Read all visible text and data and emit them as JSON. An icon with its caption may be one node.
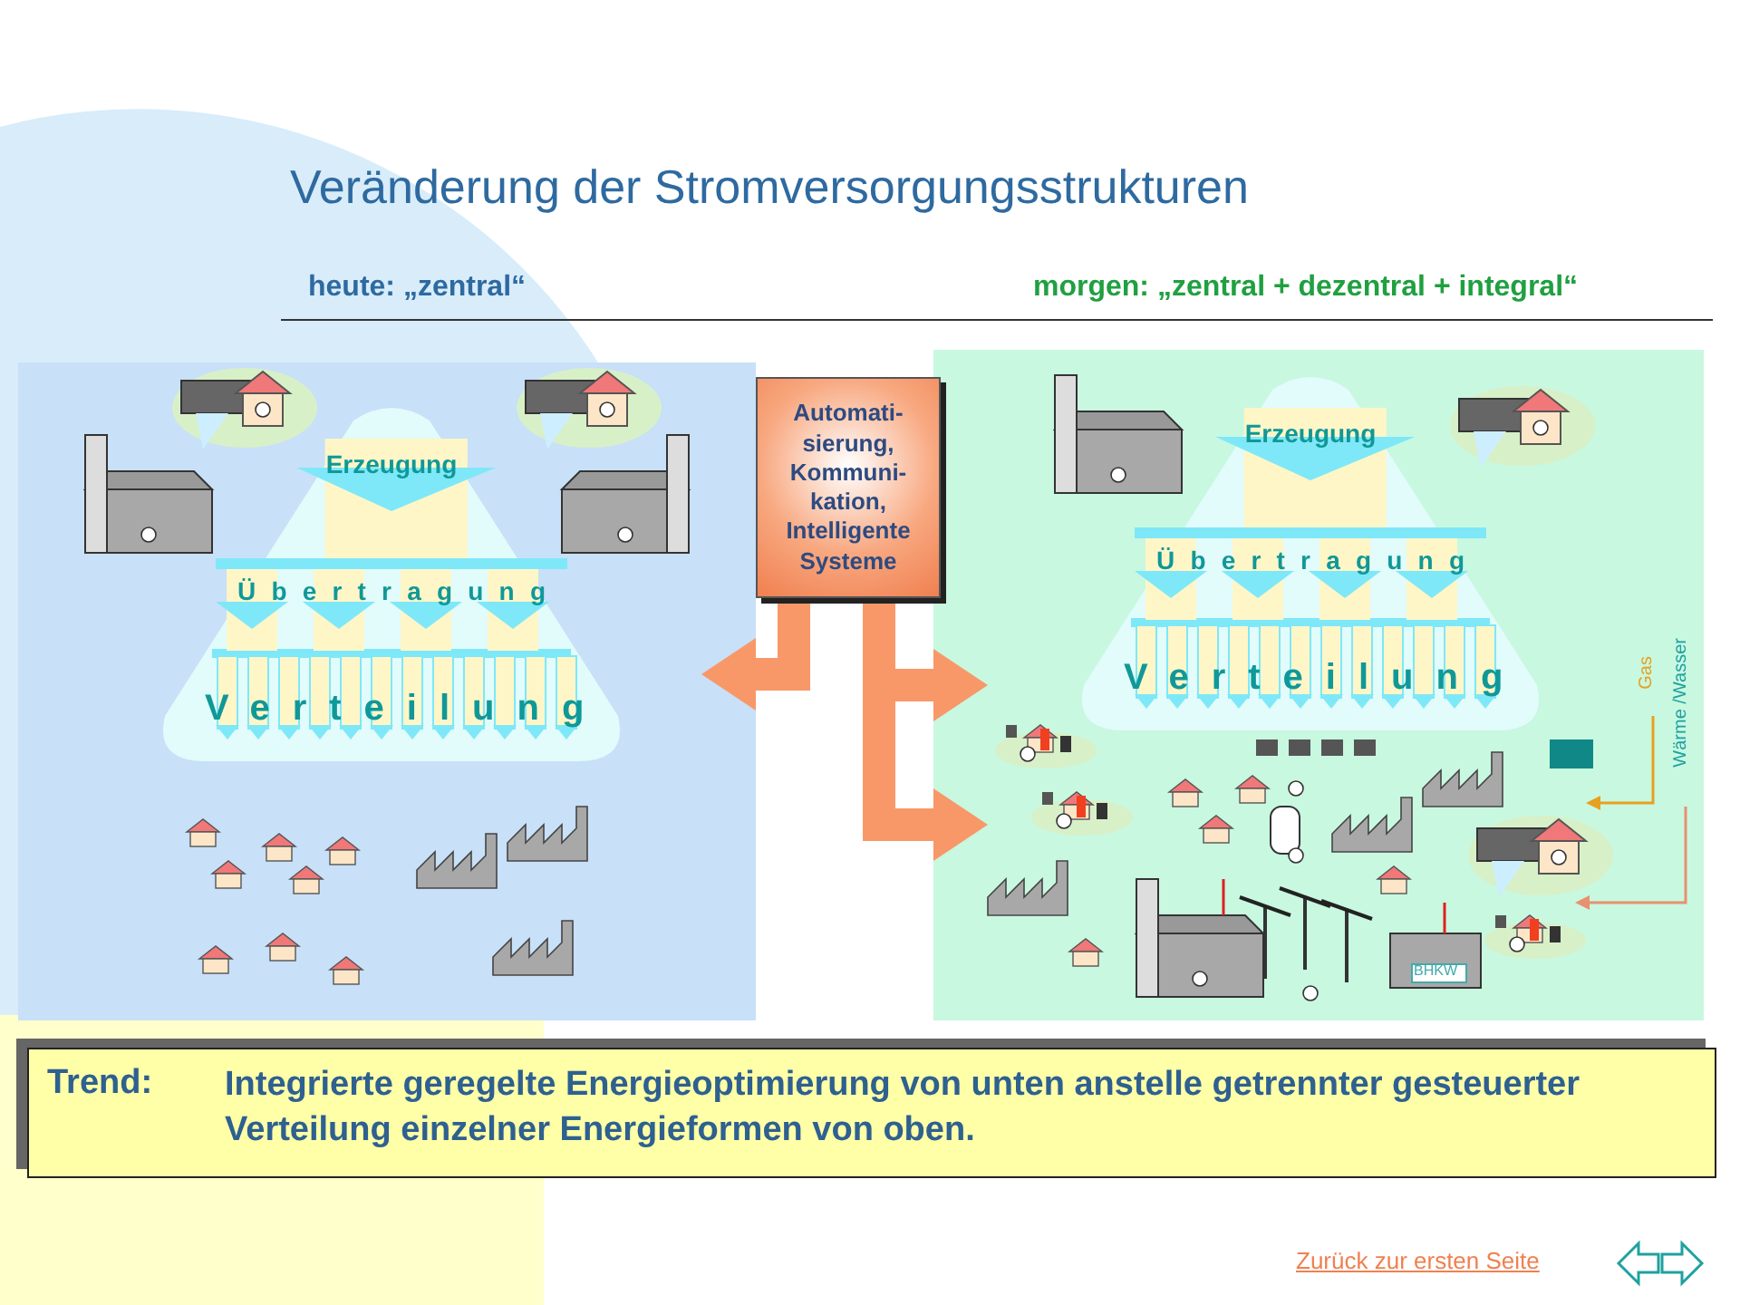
{
  "diagram": {
    "title": "Veränderung der Stromversorgungsstrukturen",
    "nodes": [
      {
        "text": [
          "heute: „zentral“"
        ]
      },
      {
        "text": [
          "morgen: „zentral + dezentral + integral“"
        ]
      },
      {
        "text": [
          "Automati- sierung, Kommuni- kation, Intelligente Systeme"
        ]
      },
      {
        "text": [
          "Erzeugung",
          "Übertragung",
          "Verteilung"
        ],
        "in": 0
      },
      {
        "text": [
          "Erzeugung",
          "Übertragung",
          "Verteilung"
        ],
        "in": 1
      },
      {
        "text": [
          "Trend:",
          "Integrierte geregelte Energieoptimierung von unten anstelle getrennter gesteuerter Verteilung einzelner Energieformen von oben."
        ]
      }
    ],
    "edges": [
      {
        "from": 2,
        "to": 0,
        "arrow": "to"
      },
      {
        "from": 2,
        "to": 1,
        "arrow": "to"
      },
      {
        "from": 2,
        "to": 1,
        "arrow": "to"
      }
    ],
    "labels": [
      "Gas",
      "Wärme /Wasser",
      "BHKW",
      "Zurück zur ersten Seite"
    ]
  }
}
